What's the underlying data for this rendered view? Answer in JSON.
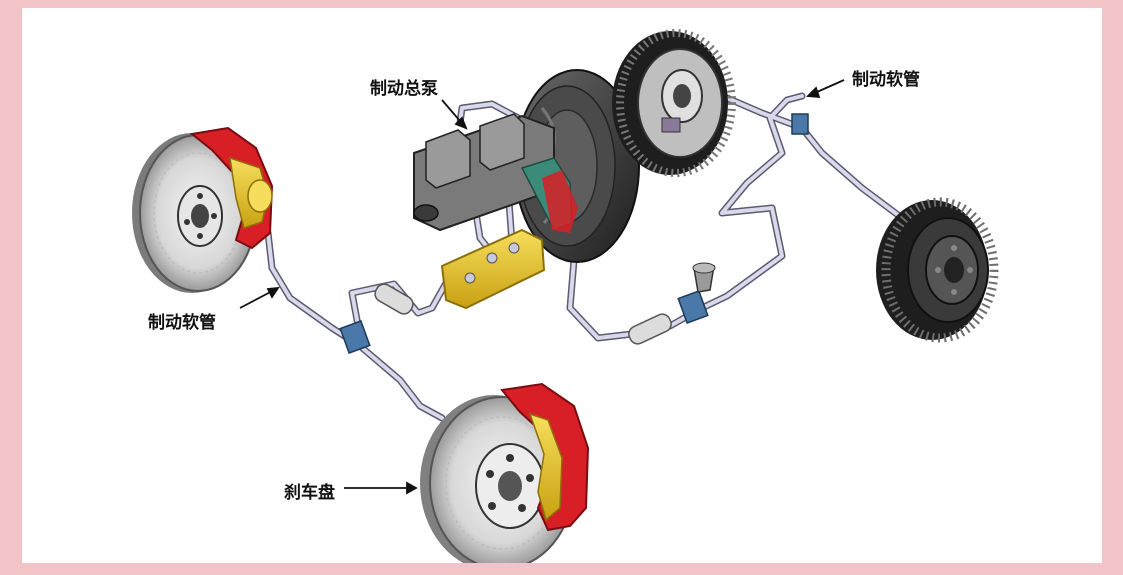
{
  "labels": {
    "master_cylinder": "制动总泵",
    "brake_hose_right": "制动软管",
    "brake_hose_left": "制动软管",
    "brake_disc": "刹车盘"
  },
  "colors": {
    "border_pink": "#f2c4c8",
    "caliper_red": "#d81f26",
    "caliper_yellow": "#e8c21a",
    "brake_line": "#c9c9de",
    "connector_blue": "#4a78a8",
    "drum_dark": "#2a2a2a"
  }
}
